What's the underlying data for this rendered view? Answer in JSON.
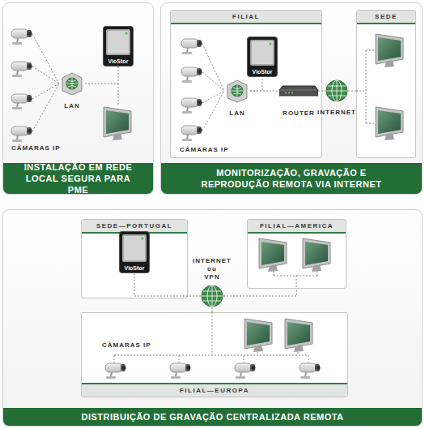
{
  "diagram": {
    "nodes": [
      {
        "text": [
          "INSTALAÇÃO EM REDE LOCAL SEGURA PARA PME"
        ]
      },
      {
        "text": [
          "LAN"
        ],
        "in": 0
      },
      {
        "text": [
          "VioStor"
        ],
        "in": 0
      },
      {
        "text": [
          "MONITORIZAÇÃO, GRAVAÇÃO E REPRODUÇÃO REMOTA VIA INTERNET"
        ]
      },
      {
        "text": [
          "FILIAL"
        ],
        "in": 3
      },
      {
        "text": [
          "LAN"
        ],
        "in": 4
      },
      {
        "text": [
          "VioStor"
        ],
        "in": 4
      },
      {
        "text": [
          "ROUTER"
        ],
        "in": 4
      },
      {
        "text": [
          "INTERNET"
        ],
        "in": 3
      },
      {
        "text": [
          "SEDE"
        ],
        "in": 3
      },
      {
        "text": [
          "DISTRIBUIÇÃO DE GRAVAÇÃO CENTRALIZADA REMOTA"
        ]
      },
      {
        "text": [
          "SEDE—PORTUGAL"
        ],
        "in": 10
      },
      {
        "text": [
          "VioStor"
        ],
        "in": 11
      },
      {
        "text": [
          "INTERNET ou VPN"
        ],
        "in": 10
      },
      {
        "text": [
          "FILIAL—AMERICA"
        ],
        "in": 10
      },
      {
        "text": [
          "FILIAL—EUROPA"
        ],
        "in": 10
      }
    ],
    "edges": [
      {
        "from": 1,
        "to": 2,
        "arrow": "none"
      },
      {
        "from": 5,
        "to": 6,
        "arrow": "none"
      },
      {
        "from": 5,
        "to": 7,
        "arrow": "none"
      },
      {
        "from": 7,
        "to": 8,
        "arrow": "none"
      },
      {
        "from": 8,
        "to": 9,
        "arrow": "none"
      },
      {
        "from": 12,
        "to": 13,
        "arrow": "none"
      },
      {
        "from": 13,
        "to": 14,
        "arrow": "none"
      },
      {
        "from": 13,
        "to": 15,
        "arrow": "none"
      }
    ],
    "labels": [
      "CÂMARAS IP",
      "CÂMARAS IP",
      "CÂMARAS IP"
    ]
  }
}
